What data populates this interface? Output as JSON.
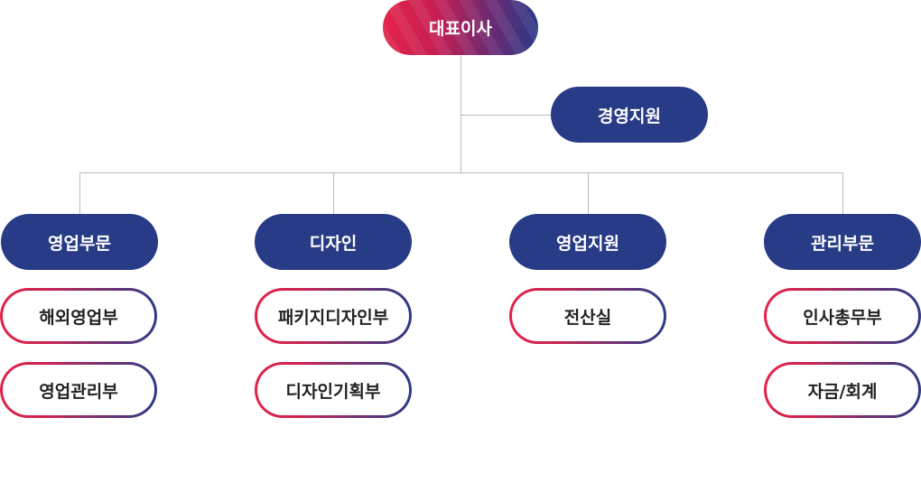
{
  "ceo": {
    "label": "대표이사"
  },
  "support": {
    "label": "경영지원"
  },
  "divisions": [
    {
      "label": "영업부문",
      "teams": [
        "해외영업부",
        "영업관리부"
      ]
    },
    {
      "label": "디자인",
      "teams": [
        "패키지디자인부",
        "디자인기획부"
      ]
    },
    {
      "label": "영업지원",
      "teams": [
        "전산실"
      ]
    },
    {
      "label": "관리부문",
      "teams": [
        "인사총무부",
        "자금/회계"
      ]
    }
  ],
  "colors": {
    "dark_navy": "#283b86",
    "gradient_start": "#e3234b",
    "gradient_end": "#2e3a86",
    "connector": "#bbbbbb"
  }
}
